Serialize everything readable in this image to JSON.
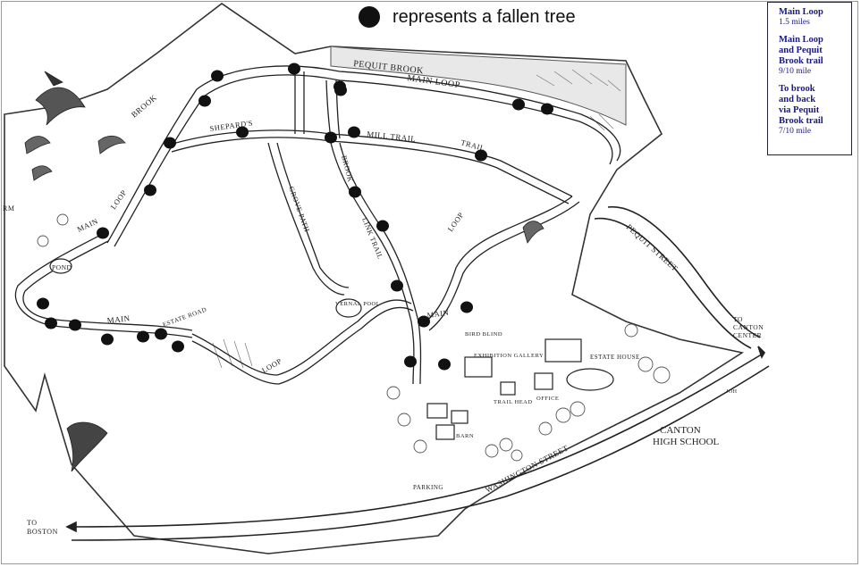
{
  "key": {
    "text": "represents a fallen tree"
  },
  "legend": {
    "routes": [
      {
        "name": "Main Loop",
        "distance": "1.5 miles"
      },
      {
        "name": "Main Loop\nand Pequit\nBrook trail",
        "distance": "9/10 mile"
      },
      {
        "name": "To brook\nand back\nvia Pequit\nBrook trail",
        "distance": "7/10 mile"
      }
    ]
  },
  "labels": {
    "pequit_brook": "PEQUIT   BROOK",
    "main_loop_top": "MAIN  LOOP",
    "brook_left": "BROOK",
    "mill_trail": "MILL  TRAIL",
    "shepards": "SHEPARD'S",
    "loop_left": "LOOP",
    "main_left": "MAIN",
    "rm": "RM",
    "pond": "POND",
    "main_bottom": "MAIN",
    "estate_road": "ESTATE ROAD",
    "loop_bottom": "LOOP",
    "vernal_pool": "VERNAL POOL",
    "grove_path": "GROVE PATH",
    "link_trail": "LINK TRAIL",
    "main_loop_right": "MAIN",
    "loop_right": "LOOP",
    "trail_right": "TRAIL",
    "bird_blind": "BIRD BLIND",
    "exhibition_gallery": "EXHIBITION GALLERY",
    "estate_house": "ESTATE HOUSE",
    "office": "OFFICE",
    "trail_head": "TRAIL HEAD",
    "barn": "BARN",
    "parking": "PARKING",
    "pequit_street": "PEQUIT     STREET",
    "washington_street": "WASHINGTON     STREET",
    "canton_high_school": "CANTON\nHIGH SCHOOL",
    "to_canton_center": "TO\nCANTON\nCENTER",
    "to_boston": "TO\nBOSTON",
    "brook_mid": "BROOK",
    "artist_initials": "JOH"
  },
  "fallen_trees": [
    [
      243,
      85
    ],
    [
      329,
      77
    ],
    [
      380,
      97
    ],
    [
      381,
      101
    ],
    [
      229,
      113
    ],
    [
      190,
      160
    ],
    [
      271,
      148
    ],
    [
      370,
      154
    ],
    [
      396,
      148
    ],
    [
      538,
      174
    ],
    [
      580,
      117
    ],
    [
      612,
      122
    ],
    [
      168,
      213
    ],
    [
      115,
      261
    ],
    [
      397,
      215
    ],
    [
      428,
      253
    ],
    [
      48,
      340
    ],
    [
      57,
      362
    ],
    [
      84,
      364
    ],
    [
      120,
      380
    ],
    [
      160,
      377
    ],
    [
      180,
      374
    ],
    [
      199,
      388
    ],
    [
      444,
      320
    ],
    [
      474,
      360
    ],
    [
      522,
      344
    ],
    [
      459,
      405
    ],
    [
      497,
      408
    ]
  ]
}
